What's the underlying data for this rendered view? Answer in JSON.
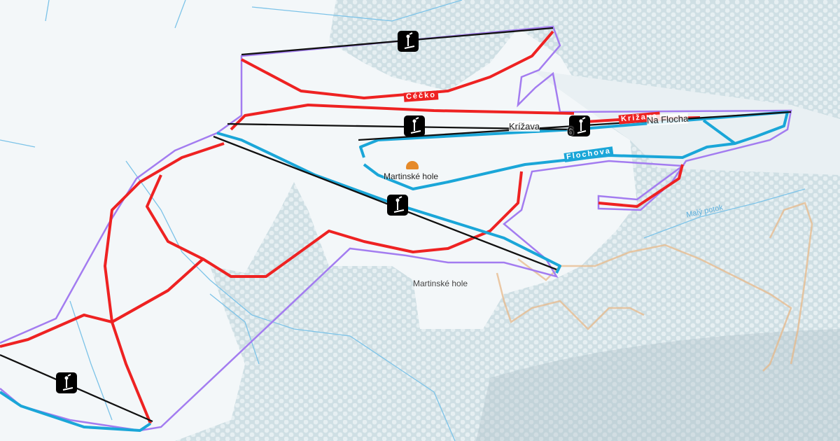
{
  "map": {
    "labels": {
      "piste_cecko": "Céčko",
      "piste_krizava": "Križava",
      "piste_flochova": "Flochova",
      "lift_krizava": "Krížava",
      "lift_na_flocha": "Na Flocha",
      "resort": "Martinské hole",
      "area": "Martinské hole",
      "stream": "Malý potok",
      "lift_number": "6"
    },
    "colors": {
      "red_piste": "#ee2222",
      "blue_piste": "#1aa6d8",
      "area_boundary": "#a37cf0",
      "lift": "#111111",
      "trail": "#e8b98a",
      "water": "#7cc3e8"
    }
  }
}
